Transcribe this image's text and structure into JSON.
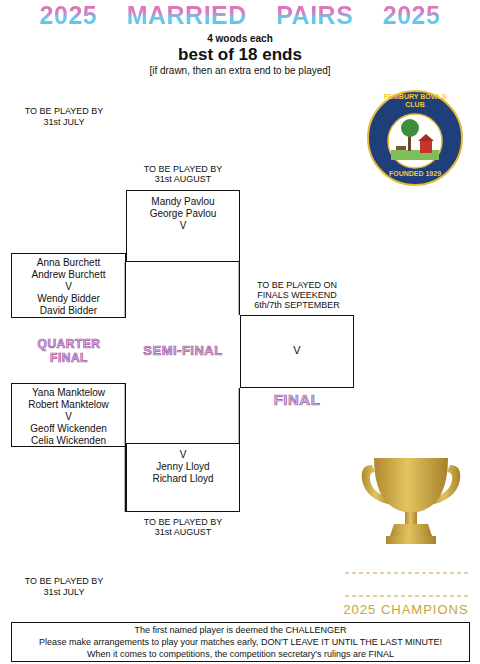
{
  "diagram": {
    "title": "2025 MARRIED PAIRS 2025",
    "nodes": [
      {
        "text": [
          "TO BE PLAYED BY 31st AUGUST",
          "Mandy Pavlou",
          "George Pavlou",
          "V"
        ]
      },
      {
        "text": [
          "Anna Burchett",
          "Andrew Burchett",
          "V",
          "Wendy Bidder",
          "David Bidder"
        ]
      },
      {
        "text": [
          "TO BE PLAYED ON FINALS WEEKEND 6th/7th SEPTEMBER",
          "V"
        ]
      },
      {
        "text": [
          "Yana Manktelow",
          "Robert Manktelow",
          "V",
          "Geoff Wickenden",
          "Celia Wickenden"
        ]
      },
      {
        "text": [
          "V",
          "Jenny Lloyd",
          "Richard Lloyd",
          "TO BE PLAYED BY 31st AUGUST"
        ]
      },
      {
        "text": [
          "The first named player is deemed the CHALLENGER",
          "Please make arrangements to play your matches early, DON'T LEAVE IT UNTIL THE LAST MINUTE!",
          "When it comes to competitions, the competition secretary's rulings are FINAL"
        ]
      }
    ],
    "edges": [
      {
        "from": 1,
        "to": 0,
        "arrow": "none"
      },
      {
        "from": 3,
        "to": 4,
        "arrow": "none"
      },
      {
        "from": 0,
        "to": 2,
        "arrow": "none"
      },
      {
        "from": 4,
        "to": 2,
        "arrow": "none"
      }
    ],
    "labels": [
      "4 woods each",
      "best of 18 ends",
      "[if drawn, then an extra end to be played]",
      "PEMBURY BOWLS CLUB",
      "FOUNDED 1929",
      "TO BE PLAYED BY 31st JULY",
      "QUARTER FINAL",
      "SEMI-FINAL",
      "FINAL",
      "TO BE PLAYED BY 31st JULY",
      "2025 CHAMPIONS"
    ]
  }
}
